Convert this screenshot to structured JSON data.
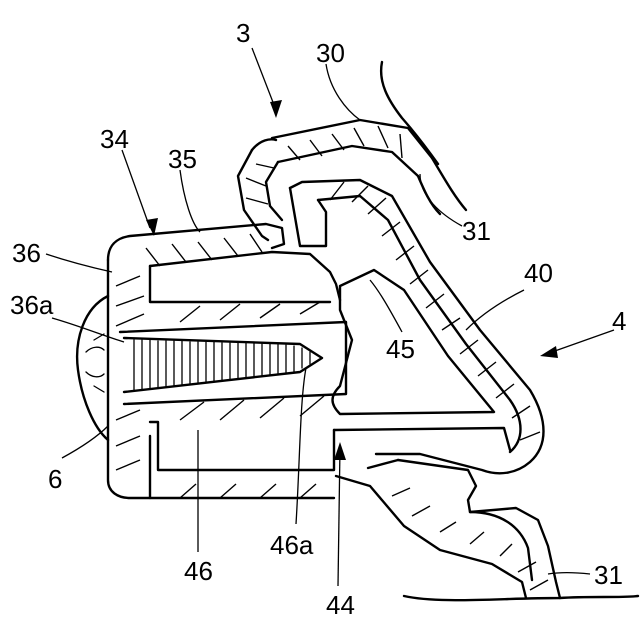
{
  "figure": {
    "labels": {
      "l3": "3",
      "l30": "30",
      "l31_top": "31",
      "l31_bottom": "31",
      "l34": "34",
      "l35": "35",
      "l36": "36",
      "l36a": "36a",
      "l40": "40",
      "l4": "4",
      "l45": "45",
      "l46": "46",
      "l46a": "46a",
      "l44": "44",
      "l6": "6"
    }
  }
}
